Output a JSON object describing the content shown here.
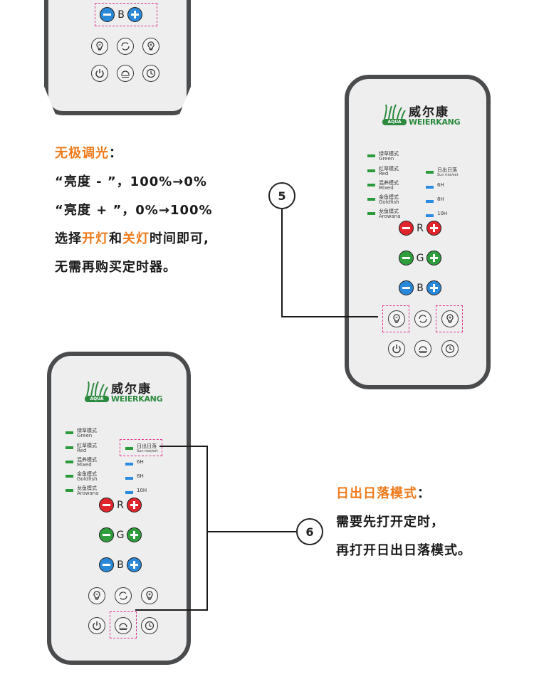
{
  "brand": {
    "name_cn": "威尔康",
    "name_en": "WEIERKANG",
    "badge": "AQUA"
  },
  "modes": [
    {
      "cn": "绿草模式",
      "en": "Green"
    },
    {
      "cn": "红草模式",
      "en": "Red"
    },
    {
      "cn": "混养模式",
      "en": "Mixed"
    },
    {
      "cn": "金鱼模式",
      "en": "Goldfish"
    },
    {
      "cn": "龙鱼模式",
      "en": "Arowana"
    }
  ],
  "timer": {
    "sunrise_cn": "日出日落",
    "sunrise_en": "Sun rise/set",
    "t6": "6H",
    "t8": "8H",
    "t10": "10H"
  },
  "channels": {
    "r": "R",
    "g": "G",
    "b": "B"
  },
  "section_dimming": {
    "title": "无极调光",
    "colon": "：",
    "line1": "“亮度 - ”，100%→0%",
    "line2": "“亮度 + ”，0%→100%",
    "line3_a": "选择",
    "line3_b": "开灯",
    "line3_c": "和",
    "line3_d": "关灯",
    "line3_e": "时间即可,",
    "line4": "无需再购买定时器。"
  },
  "section_sunrise": {
    "title": "日出日落模式",
    "colon": "：",
    "line1": "需要先打开定时，",
    "line2": "再打开日出日落模式。"
  },
  "callouts": {
    "five": "5",
    "six": "6"
  },
  "colors": {
    "accent": "#f07a1a",
    "highlight": "#e0338b",
    "red": "#e0262c",
    "green": "#2f9e3d",
    "blue": "#2a88d8"
  }
}
